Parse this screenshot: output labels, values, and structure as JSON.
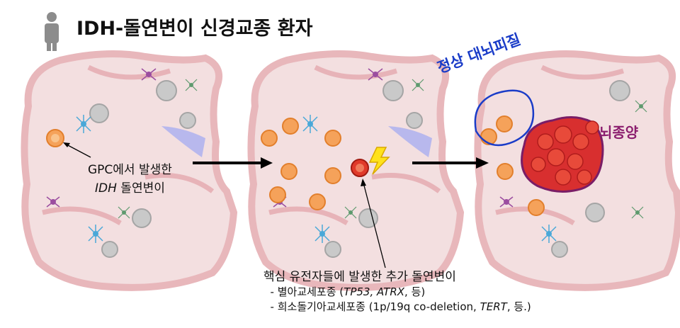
{
  "title": "IDH-돌연변이 신경교종 환자",
  "icons": {
    "person": "person-icon",
    "lightning": "lightning-icon"
  },
  "colors": {
    "brain_tissue": "#f3dfe0",
    "brain_outline": "#e8b7bb",
    "gpc_cell": "#f5a25a",
    "mutated_cell": "#e03a2a",
    "tumor": "#d82f2f",
    "tumor_outline": "#7a1d66",
    "normal_outline": "#1a3cc8",
    "normal_label": "#1a3cc8",
    "tumor_label": "#8b1d6e"
  },
  "labels": {
    "gpc_line1": "GPC에서 발생한",
    "gpc_line2_italic": "IDH",
    "gpc_line2_rest": " 돌연변이",
    "core_main": "핵심 유전자들에 발생한 추가 돌연변이",
    "astro_prefix": "- 별아교세포종 (",
    "astro_genes": "TP53, ATRX",
    "astro_suffix": ", 등)",
    "oligo_prefix": "- 희소돌기아교세포종 (1p/19q co-deletion, ",
    "oligo_gene": "TERT",
    "oligo_suffix": ", 등.)",
    "normal_tissue": "정상 대뇌피질",
    "tumor": "뇌종양"
  }
}
